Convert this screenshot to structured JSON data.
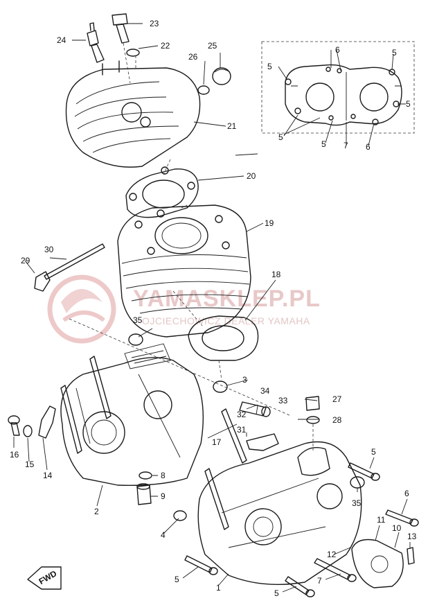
{
  "watermark": {
    "site": "YAMASKLEP.PL",
    "tagline": "OJCIECHOWICZ DEALER YAMAHA",
    "color": "#e8c0c0"
  },
  "direction_marker": "FWD",
  "labels": {
    "l1": "1",
    "l2": "2",
    "l3": "3",
    "l4": "4",
    "l5a": "5",
    "l5b": "5",
    "l5c": "5",
    "l5d": "5",
    "l5e": "5",
    "l5f": "5",
    "l5g": "5",
    "l5h": "5",
    "l5i": "5",
    "l6a": "6",
    "l6b": "6",
    "l6c": "6",
    "l7a": "7",
    "l7b": "7",
    "l8": "8",
    "l9": "9",
    "l10": "10",
    "l11": "11",
    "l12": "12",
    "l13": "13",
    "l14": "14",
    "l15": "15",
    "l16": "16",
    "l17": "17",
    "l18": "18",
    "l19": "19",
    "l20": "20",
    "l21": "21",
    "l22": "22",
    "l23": "23",
    "l24": "24",
    "l25": "25",
    "l26": "26",
    "l27": "27",
    "l28": "28",
    "l29": "29",
    "l30": "30",
    "l31": "31",
    "l32": "32",
    "l33": "33",
    "l34": "34",
    "l35a": "35",
    "l35b": "35"
  }
}
